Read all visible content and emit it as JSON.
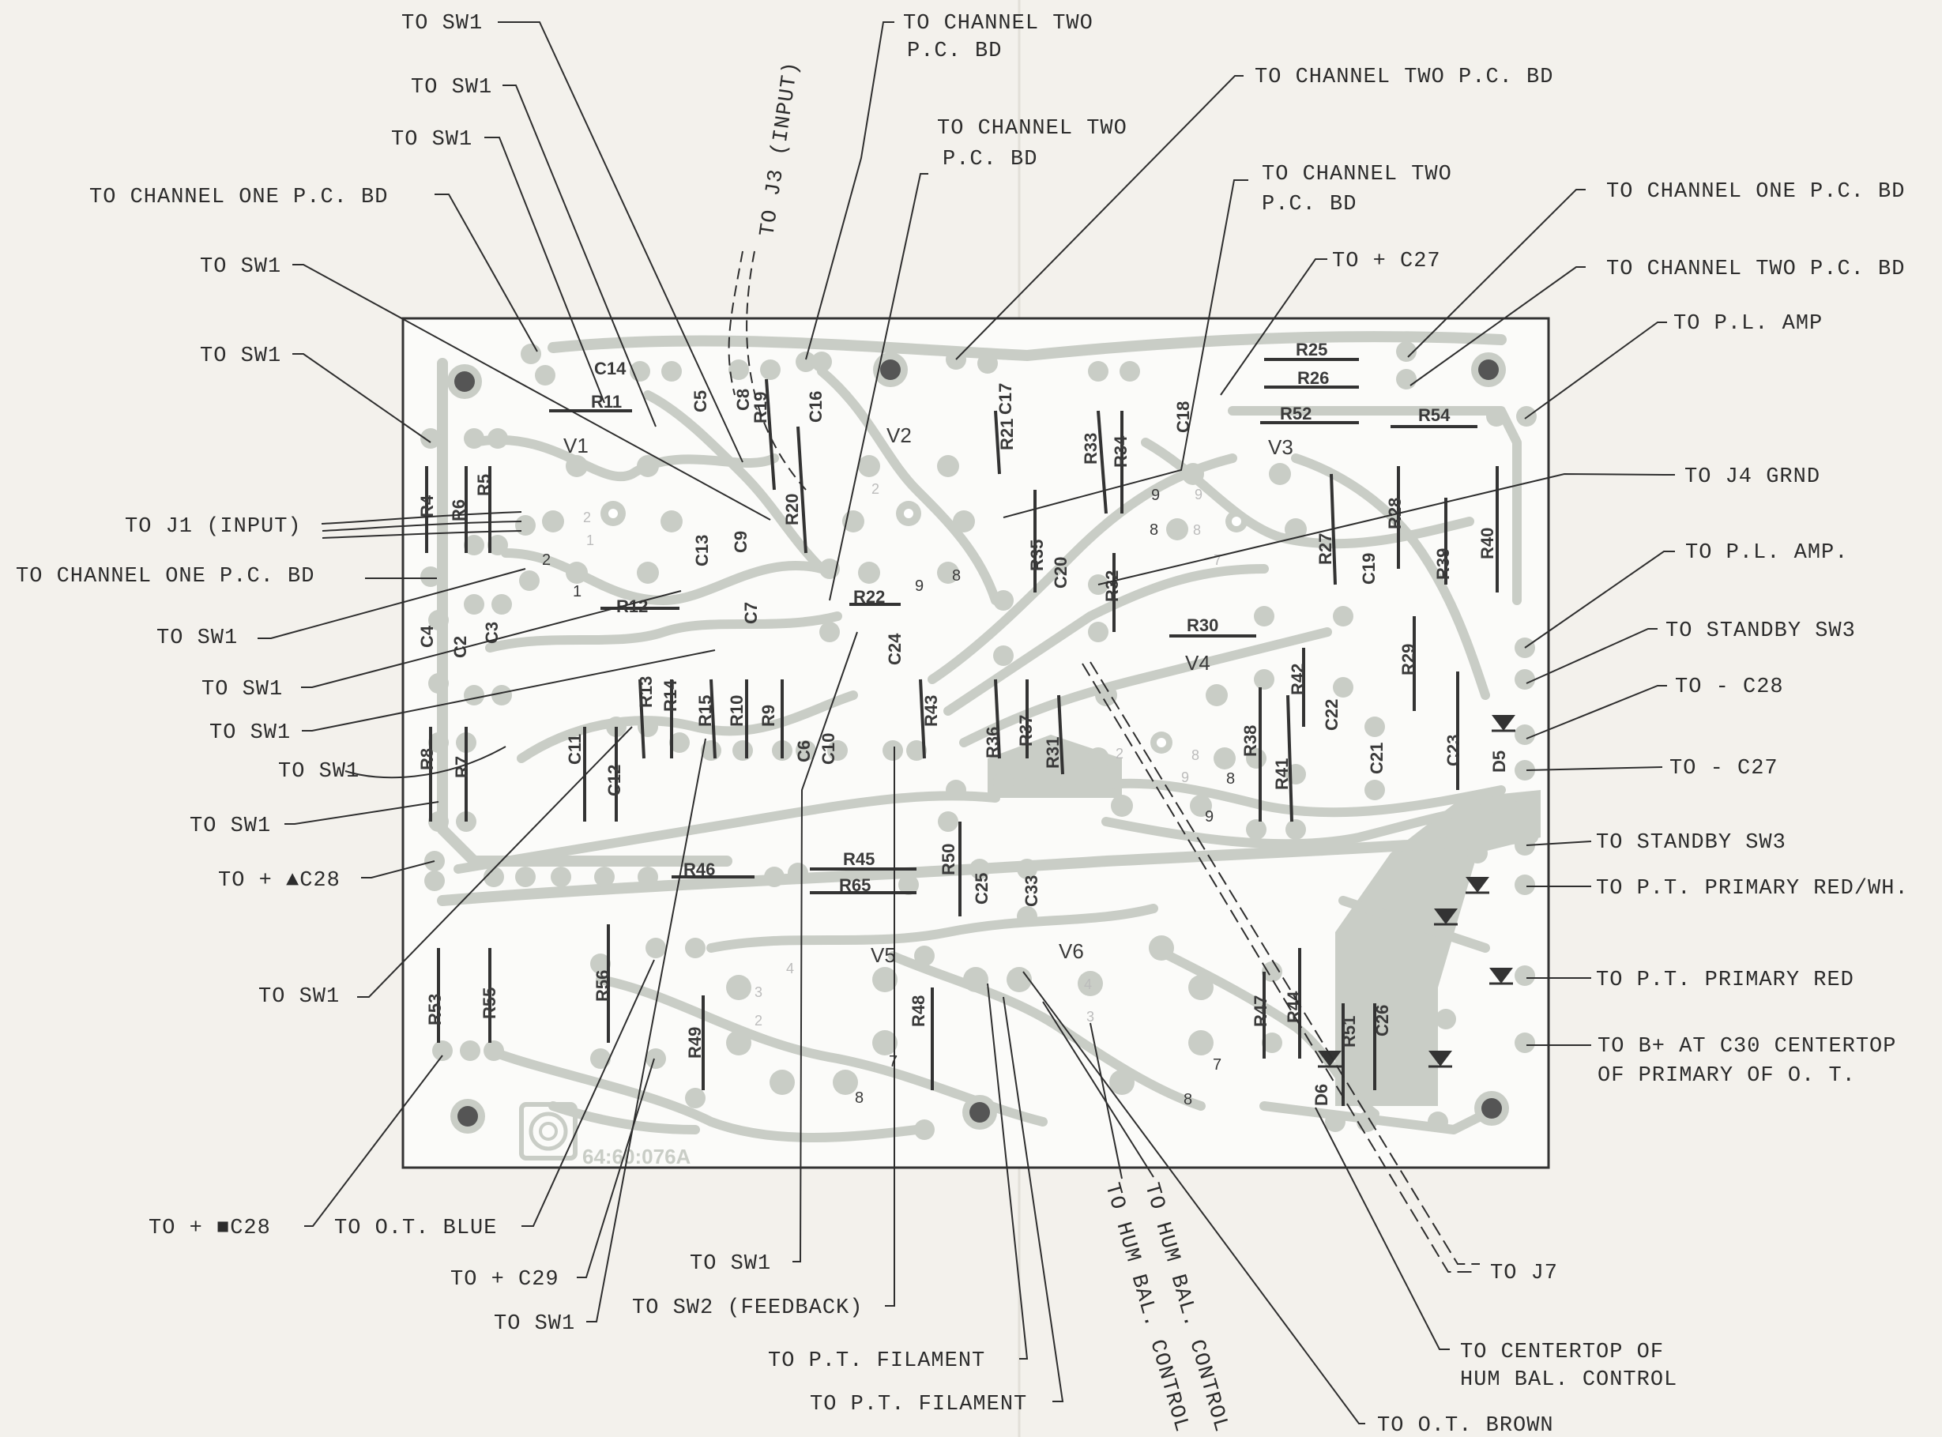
{
  "board": {
    "part_number": "64:60:076A",
    "tubes": [
      "V1",
      "V2",
      "V3",
      "V4",
      "V5",
      "V6"
    ],
    "components": [
      "C14",
      "R11",
      "C5",
      "C8",
      "R19",
      "C16",
      "C17",
      "R21",
      "R33",
      "R34",
      "C18",
      "R25",
      "R26",
      "R52",
      "R54",
      "R4",
      "R6",
      "R5",
      "C13",
      "C9",
      "R20",
      "R35",
      "C20",
      "R32",
      "R27",
      "C19",
      "R28",
      "R39",
      "R40",
      "R12",
      "C7",
      "R22",
      "C24",
      "R30",
      "R42",
      "R29",
      "C4",
      "C2",
      "C3",
      "C11",
      "C12",
      "R13",
      "R14",
      "R15",
      "R10",
      "R9",
      "C6",
      "C10",
      "R43",
      "R36",
      "R37",
      "R31",
      "R38",
      "R41",
      "C22",
      "C21",
      "C23",
      "D5",
      "R8",
      "R7",
      "R46",
      "R45",
      "R65",
      "R50",
      "C25",
      "C33",
      "R53",
      "R55",
      "R56",
      "R49",
      "R48",
      "R47",
      "R44",
      "R51",
      "C26",
      "D6"
    ]
  },
  "callouts": {
    "sw1_a": "TO SW1",
    "sw1_b": "TO SW1",
    "sw1_c": "TO SW1",
    "ch1_a": "TO CHANNEL ONE P.C. BD",
    "sw1_d": "TO SW1",
    "sw1_e": "TO SW1",
    "j1": "TO J1 (INPUT)",
    "ch1_b": "TO CHANNEL ONE P.C. BD",
    "sw1_f": "TO SW1",
    "sw1_g": "TO SW1",
    "sw1_h": "TO SW1",
    "sw1_i": "TO SW1",
    "sw1_j": "TO SW1",
    "c28_tri": "TO + ▲C28",
    "sw1_k": "TO SW1",
    "c28_sq": "TO + ■C28",
    "ot_blue": "TO O.T. BLUE",
    "c29": "TO + C29",
    "sw1_l": "TO SW1",
    "sw1_m": "TO SW1",
    "sw2": "TO SW2 (FEEDBACK)",
    "pt_fil_1": "TO P.T. FILAMENT",
    "pt_fil_2": "TO P.T. FILAMENT",
    "hum_1": "TO HUM BAL. CONTROL",
    "hum_2": "TO HUM BAL. CONTROL",
    "ot_brown": "TO O.T. BROWN",
    "ct_hum_1": "TO CENTERTOP OF",
    "ct_hum_2": "HUM BAL. CONTROL",
    "j7": "TO J7",
    "j3": "TO J3 (INPUT)",
    "ch2_a1": "TO CHANNEL TWO",
    "ch2_a2": "P.C. BD",
    "ch2_b1": "TO CHANNEL TWO",
    "ch2_b2": "P.C. BD",
    "ch2_c": "TO CHANNEL TWO P.C. BD",
    "ch2_d1": "TO CHANNEL TWO",
    "ch2_d2": "P.C. BD",
    "c27_plus": "TO + C27",
    "ch1_r": "TO CHANNEL ONE P.C. BD",
    "ch2_r": "TO CHANNEL TWO P.C. BD",
    "pl_amp_1": "TO P.L. AMP",
    "j4": "TO J4 GRND",
    "pl_amp_2": "TO P.L. AMP.",
    "standby_1": "TO STANDBY SW3",
    "c28_minus": "TO - C28",
    "c27_minus": "TO - C27",
    "standby_2": "TO STANDBY SW3",
    "pt_prim_rw": "TO P.T. PRIMARY RED/WH.",
    "pt_prim_r": "TO P.T. PRIMARY RED",
    "bplus_1": "TO B+ AT C30 CENTERTOP",
    "bplus_2": "OF PRIMARY OF O. T."
  }
}
